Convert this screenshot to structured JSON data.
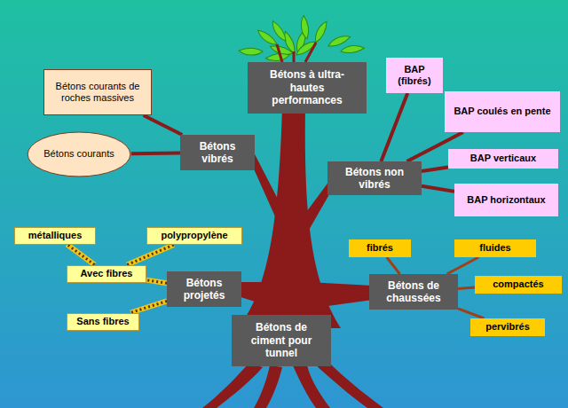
{
  "diagram": {
    "nodes": [
      {
        "text": [
          "BAP (fibrés)"
        ]
      },
      {
        "text": [
          "Bétons courants de roches massives"
        ]
      },
      {
        "text": [
          "Bétons à ultra-hautes performances"
        ]
      },
      {
        "text": [
          "BAP coulés en pente"
        ]
      },
      {
        "text": [
          "Bétons courants"
        ]
      },
      {
        "text": [
          "Bétons vibrés"
        ]
      },
      {
        "text": [
          "BAP verticaux"
        ]
      },
      {
        "text": [
          "Bétons non vibrés"
        ]
      },
      {
        "text": [
          "BAP horizontaux"
        ]
      },
      {
        "text": [
          "métalliques"
        ]
      },
      {
        "text": [
          "polypropylène"
        ]
      },
      {
        "text": [
          "fibrés"
        ]
      },
      {
        "text": [
          "fluides"
        ]
      },
      {
        "text": [
          "Avec fibres"
        ]
      },
      {
        "text": [
          "Bétons projetés"
        ]
      },
      {
        "text": [
          "Bétons de chaussées"
        ]
      },
      {
        "text": [
          "compactés"
        ]
      },
      {
        "text": [
          "Sans fibres"
        ]
      },
      {
        "text": [
          "pervibrés"
        ]
      },
      {
        "text": [
          "Bétons de ciment pour tunnel"
        ]
      }
    ],
    "edges": [
      {
        "from": 5,
        "to": 1,
        "arrow": "none"
      },
      {
        "from": 5,
        "to": 4,
        "arrow": "none"
      },
      {
        "from": 7,
        "to": 0,
        "arrow": "none"
      },
      {
        "from": 7,
        "to": 3,
        "arrow": "none"
      },
      {
        "from": 7,
        "to": 6,
        "arrow": "none"
      },
      {
        "from": 7,
        "to": 8,
        "arrow": "none"
      },
      {
        "from": 14,
        "to": 13,
        "arrow": "none"
      },
      {
        "from": 14,
        "to": 17,
        "arrow": "none"
      },
      {
        "from": 13,
        "to": 9,
        "arrow": "none"
      },
      {
        "from": 13,
        "to": 10,
        "arrow": "none"
      },
      {
        "from": 15,
        "to": 11,
        "arrow": "none"
      },
      {
        "from": 15,
        "to": 12,
        "arrow": "none"
      },
      {
        "from": 15,
        "to": 16,
        "arrow": "none"
      },
      {
        "from": 15,
        "to": 18,
        "arrow": "none"
      }
    ]
  }
}
